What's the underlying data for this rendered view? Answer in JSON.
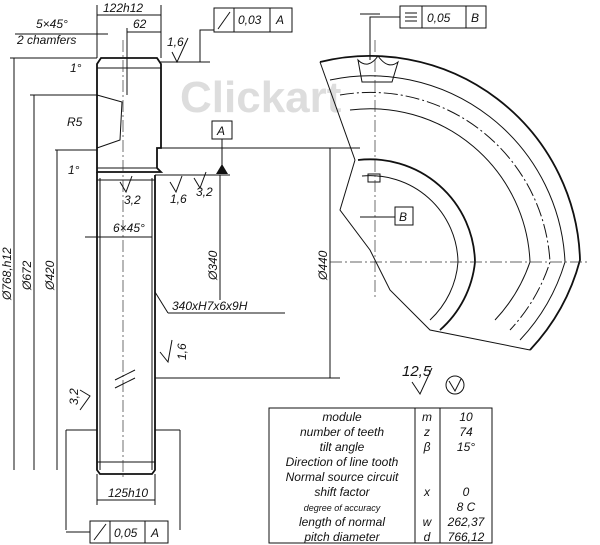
{
  "watermark": "Clickart",
  "dimensions": {
    "width_top": "122h12",
    "width_62": "62",
    "chamfer": "5×45°",
    "chamfer_note": "2 chamfers",
    "radius": "R5",
    "angle_top": "1°",
    "angle_bottom": "1°",
    "dia_768": "Ø768,h12",
    "dia_672": "Ø672",
    "dia_420": "Ø420",
    "dia_340": "Ø340",
    "dia_440": "Ø440",
    "chamfer_6": "6×45°",
    "spline": "340xH7x6x9H",
    "width_bottom": "125h10"
  },
  "roughness": {
    "r1": "1,6",
    "r2": "3,2",
    "r3": "1,6",
    "r4": "3,2",
    "r5": "1,6",
    "r6": "3,2",
    "general": "12,5"
  },
  "tolerance_frames": [
    {
      "symbol": "runout",
      "value": "0,03",
      "datum": "A"
    },
    {
      "symbol": "symmetry",
      "value": "0,05",
      "datum": "B"
    },
    {
      "symbol": "runout",
      "value": "0,05",
      "datum": "A"
    }
  ],
  "datums": {
    "a": "A",
    "b": "B"
  },
  "spec_table": [
    {
      "param": "module",
      "sym": "m",
      "value": "10"
    },
    {
      "param": "number of teeth",
      "sym": "z",
      "value": "74"
    },
    {
      "param": "tilt angle",
      "sym": "β",
      "value": "15°"
    },
    {
      "param": "Direction of line tooth",
      "sym": "",
      "value": ""
    },
    {
      "param": "Normal source circuit",
      "sym": "",
      "value": ""
    },
    {
      "param": "shift factor",
      "sym": "x",
      "value": "0"
    },
    {
      "param": "degree of accuracy",
      "sym": "",
      "value": "8 C"
    },
    {
      "param": "length of normal",
      "sym": "w",
      "value": "262,37"
    },
    {
      "param": "pitch diameter",
      "sym": "d",
      "value": "766,12"
    }
  ]
}
